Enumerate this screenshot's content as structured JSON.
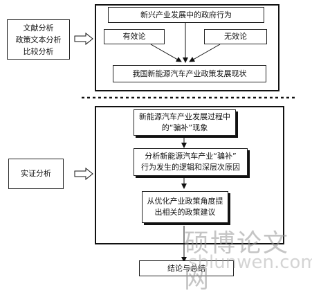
{
  "methods": {
    "top": "文献分析\n政策文本分析\n比较分析",
    "empirical": "实证分析"
  },
  "part1": {
    "government_role": "新兴产业发展中的政府行为",
    "effective": "有效论",
    "ineffective": "无效论",
    "policy_status": "我国新能源汽车产业政策发展现状"
  },
  "part2": {
    "phenomenon": "新能源汽车产业发展过程中\n的“骗补”现象",
    "analysis": "分析新能源汽车产业“骗补”\n行为发生的逻辑和深层次原因",
    "suggestions": "从优化产业政策角度提\n出相关的政策建议"
  },
  "conclusion": "结论与总结",
  "watermark": {
    "cn": "硕博论文网",
    "url": "sblunwen.com"
  }
}
